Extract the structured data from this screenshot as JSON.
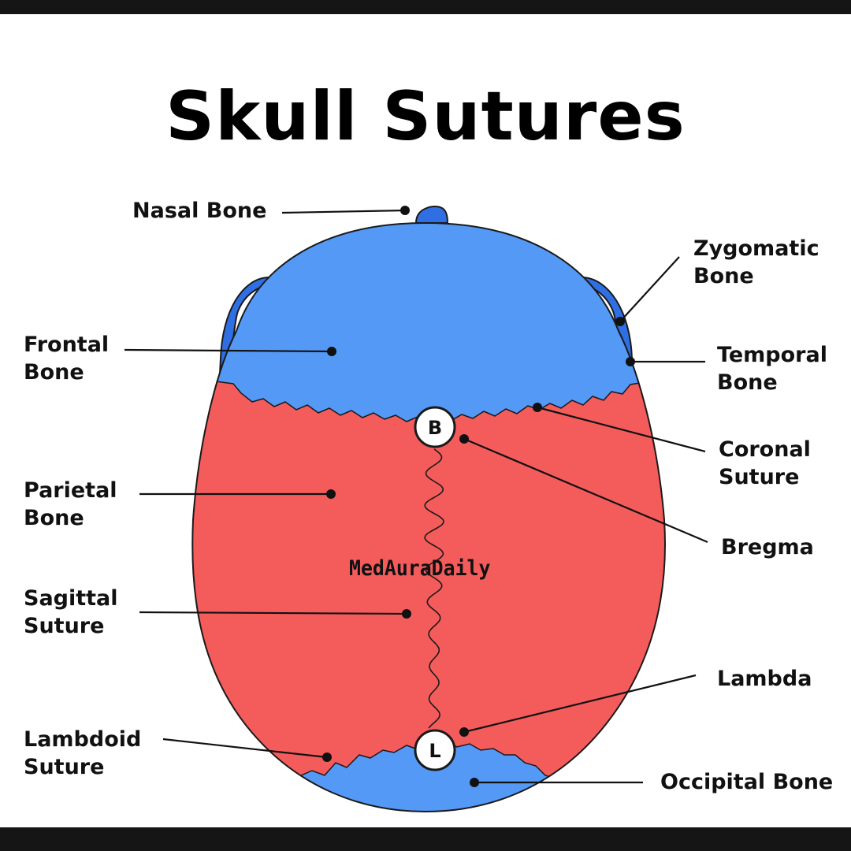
{
  "title": "Skull Sutures",
  "watermark": "MedAuraDaily",
  "markers": {
    "bregma": "B",
    "lambda": "L"
  },
  "labels": {
    "nasal_bone": "Nasal Bone",
    "zygomatic_bone": [
      "Zygomatic",
      "Bone"
    ],
    "frontal_bone": [
      "Frontal",
      "Bone"
    ],
    "temporal_bone": [
      "Temporal",
      "Bone"
    ],
    "coronal_suture": [
      "Coronal",
      "Suture"
    ],
    "parietal_bone": [
      "Parietal",
      "Bone"
    ],
    "bregma": "Bregma",
    "sagittal_suture": [
      "Sagittal",
      "Suture"
    ],
    "lambda": "Lambda",
    "lambdoid_suture": [
      "Lambdoid",
      "Suture"
    ],
    "occipital_bone": "Occipital Bone"
  },
  "colors": {
    "bone_blue": "#5599f7",
    "zygomatic_blue": "#2f6fe3",
    "parietal_red": "#f45c5c",
    "outline": "#1a1a1a",
    "frame": "#151515"
  }
}
